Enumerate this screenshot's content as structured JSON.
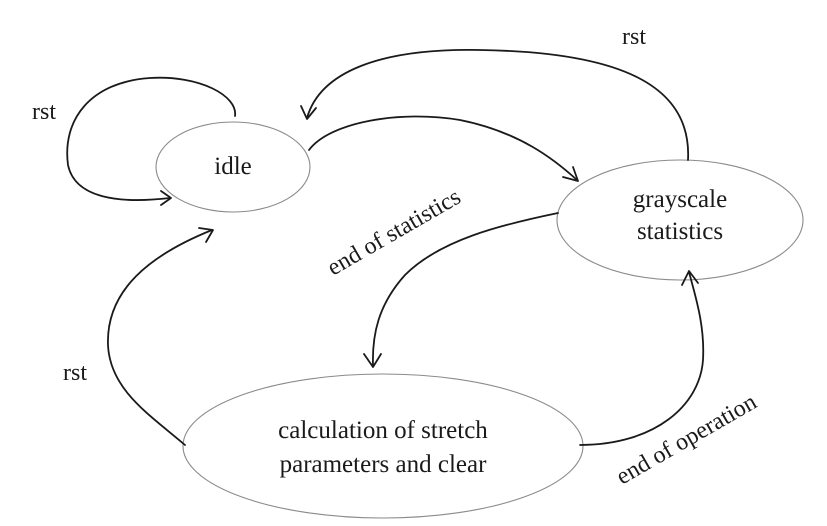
{
  "states": {
    "idle": {
      "label": "idle"
    },
    "grayscale": {
      "line1": "grayscale",
      "line2": "statistics"
    },
    "calculation": {
      "line1": "calculation of stretch",
      "line2": "parameters and clear"
    }
  },
  "transitions": {
    "idle_self": {
      "label": "rst"
    },
    "grayscale_to_idle": {
      "label": "rst"
    },
    "idle_to_grayscale": {
      "label": ""
    },
    "grayscale_to_calculation": {
      "label": "end of statistics"
    },
    "calculation_to_grayscale": {
      "label": "end of operation"
    },
    "calculation_to_idle": {
      "label": "rst"
    }
  },
  "colors": {
    "stroke": "#1a1a1a",
    "ellipse_border": "#8a8a8a",
    "background": "#ffffff"
  }
}
